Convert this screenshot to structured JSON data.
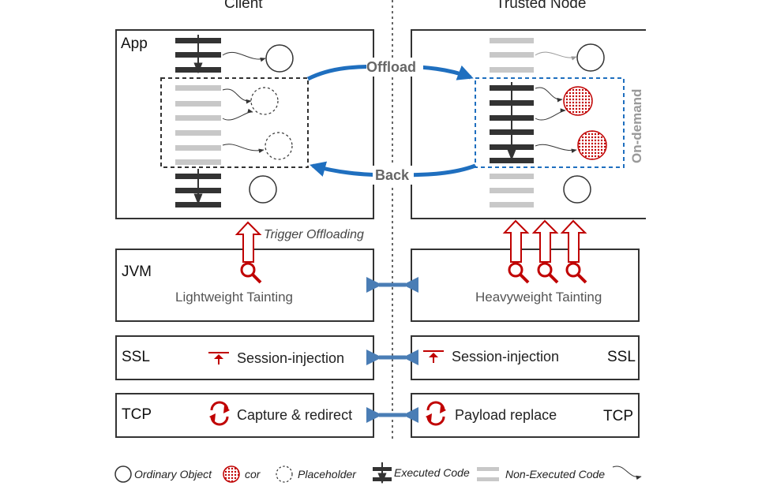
{
  "columns": {
    "client": "Client",
    "trusted": "Trusted Node"
  },
  "app_label": "App",
  "flow": {
    "offload": "Offload",
    "back": "Back",
    "on_demand": "On-demand"
  },
  "trigger": "Trigger Offloading",
  "jvm": {
    "label": "JVM",
    "client_text": "Lightweight Tainting",
    "trusted_text": "Heavyweight Tainting"
  },
  "ssl": {
    "label": "SSL",
    "client_text": "Session-injection",
    "trusted_text": "Session-injection"
  },
  "tcp": {
    "label": "TCP",
    "client_text": "Capture & redirect",
    "trusted_text": "Payload replace"
  },
  "legend": {
    "ordinary": "Ordinary Object",
    "cor": "cor",
    "placeholder": "Placeholder",
    "executed": "Executed Code",
    "non_executed": "Non-Executed Code"
  },
  "colors": {
    "accent_blue": "#1f6fbf",
    "accent_red": "#c00000",
    "link_blue": "#4a7db5"
  }
}
